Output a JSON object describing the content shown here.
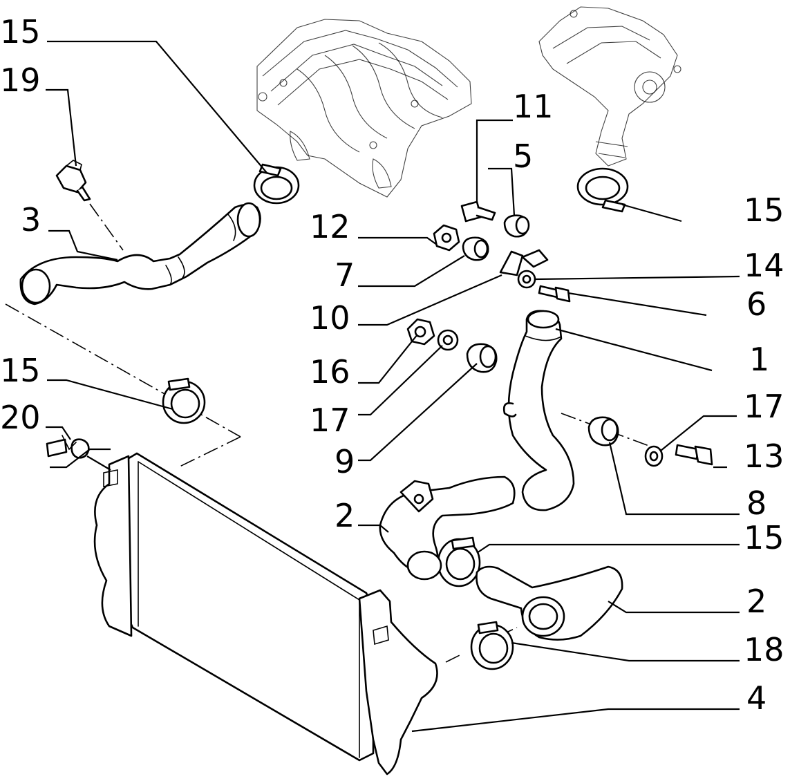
{
  "callouts": [
    {
      "id": "c15a",
      "text": "15"
    },
    {
      "id": "c19",
      "text": "19"
    },
    {
      "id": "c3",
      "text": "3"
    },
    {
      "id": "c15b",
      "text": "15"
    },
    {
      "id": "c20",
      "text": "20"
    },
    {
      "id": "c11",
      "text": "11"
    },
    {
      "id": "c5",
      "text": "5"
    },
    {
      "id": "c15c",
      "text": "15"
    },
    {
      "id": "c12",
      "text": "12"
    },
    {
      "id": "c7",
      "text": "7"
    },
    {
      "id": "c14",
      "text": "14"
    },
    {
      "id": "c10",
      "text": "10"
    },
    {
      "id": "c6",
      "text": "6"
    },
    {
      "id": "c16",
      "text": "16"
    },
    {
      "id": "c1",
      "text": "1"
    },
    {
      "id": "c17a",
      "text": "17"
    },
    {
      "id": "c17b",
      "text": "17"
    },
    {
      "id": "c13",
      "text": "13"
    },
    {
      "id": "c9",
      "text": "9"
    },
    {
      "id": "c8",
      "text": "8"
    },
    {
      "id": "c2a",
      "text": "2"
    },
    {
      "id": "c15d",
      "text": "15"
    },
    {
      "id": "c2b",
      "text": "2"
    },
    {
      "id": "c18",
      "text": "18"
    },
    {
      "id": "c4",
      "text": "4"
    }
  ]
}
